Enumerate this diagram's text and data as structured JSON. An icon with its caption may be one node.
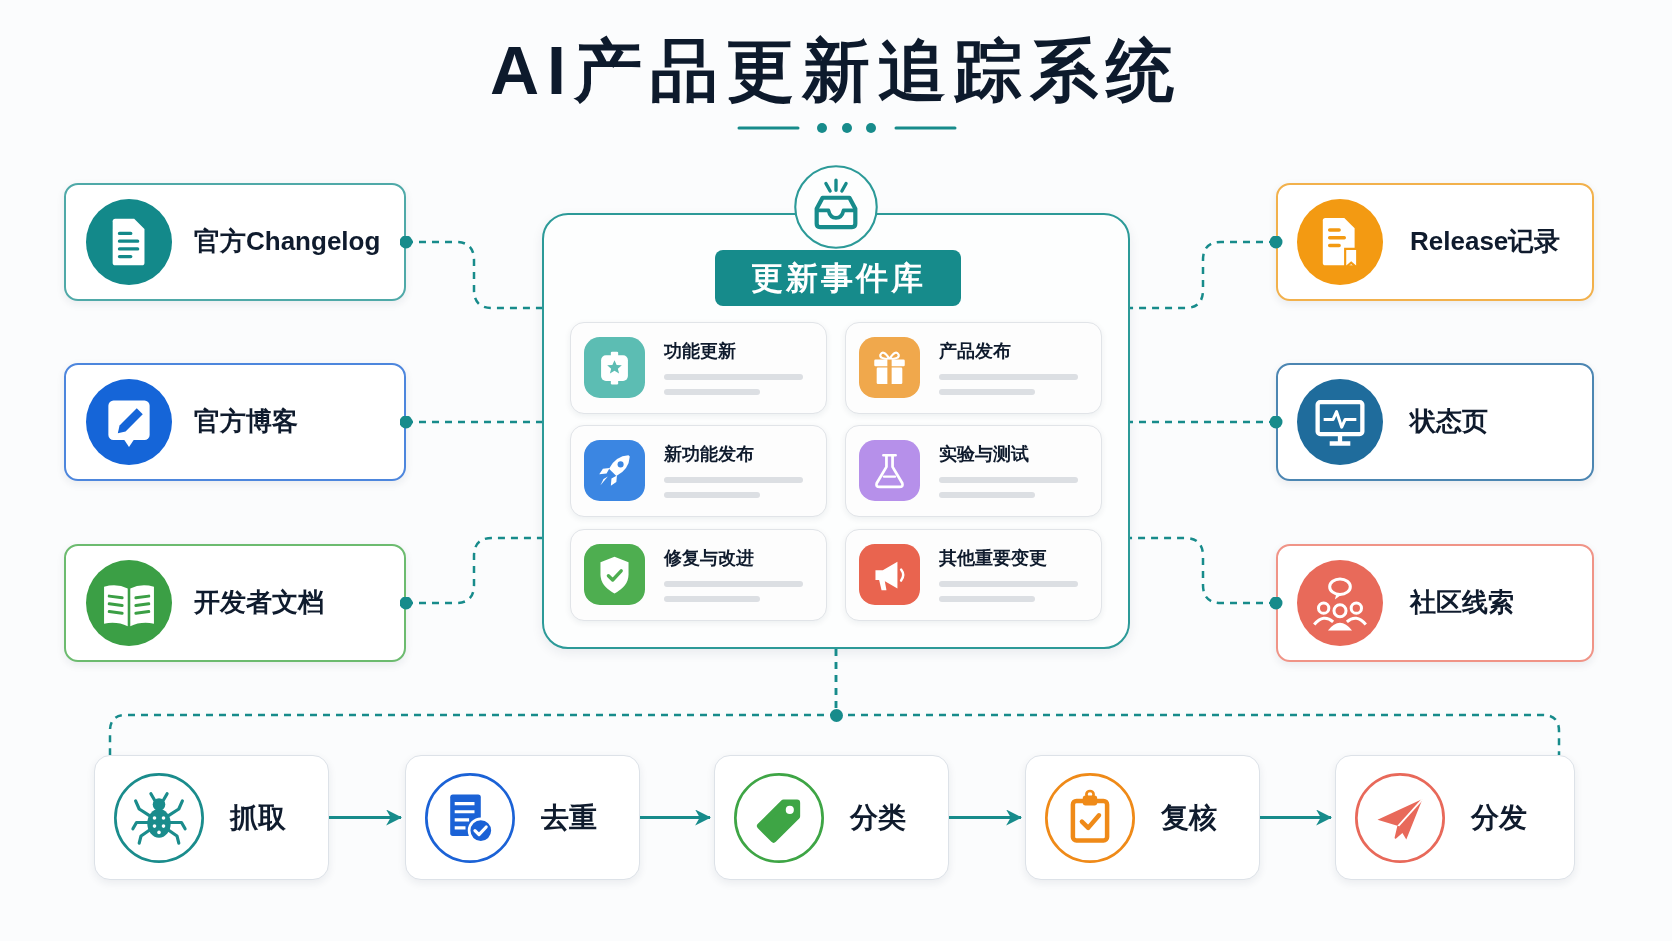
{
  "diagram": {
    "title": "AI产品更新追踪系统",
    "nodes": [
      {
        "text": [
          "官方Changelog"
        ]
      },
      {
        "text": [
          "官方博客"
        ]
      },
      {
        "text": [
          "开发者文档"
        ]
      },
      {
        "text": [
          "更新事件库"
        ]
      },
      {
        "text": [
          "功能更新"
        ],
        "in": 3
      },
      {
        "text": [
          "产品发布"
        ],
        "in": 3
      },
      {
        "text": [
          "新功能发布"
        ],
        "in": 3
      },
      {
        "text": [
          "实验与测试"
        ],
        "in": 3
      },
      {
        "text": [
          "修复与改进"
        ],
        "in": 3
      },
      {
        "text": [
          "其他重要变更"
        ],
        "in": 3
      },
      {
        "text": [
          "Release记录"
        ]
      },
      {
        "text": [
          "状态页"
        ]
      },
      {
        "text": [
          "社区线索"
        ]
      },
      {
        "text": [
          "抓取"
        ]
      },
      {
        "text": [
          "去重"
        ]
      },
      {
        "text": [
          "分类"
        ]
      },
      {
        "text": [
          "复核"
        ]
      },
      {
        "text": [
          "分发"
        ]
      }
    ],
    "edges": [
      {
        "from": 0,
        "to": 3,
        "arrow": "other",
        "style": "dashed"
      },
      {
        "from": 1,
        "to": 3,
        "arrow": "other",
        "style": "dashed"
      },
      {
        "from": 2,
        "to": 3,
        "arrow": "other",
        "style": "dashed"
      },
      {
        "from": 10,
        "to": 3,
        "arrow": "other",
        "style": "dashed"
      },
      {
        "from": 11,
        "to": 3,
        "arrow": "other",
        "style": "dashed"
      },
      {
        "from": 12,
        "to": 3,
        "arrow": "other",
        "style": "dashed"
      },
      {
        "from": 3,
        "to": 13,
        "arrow": "none",
        "style": "dashed"
      },
      {
        "from": 3,
        "to": 17,
        "arrow": "none",
        "style": "dashed"
      },
      {
        "from": 13,
        "to": 14,
        "arrow": "to"
      },
      {
        "from": 14,
        "to": 15,
        "arrow": "to"
      },
      {
        "from": 15,
        "to": 16,
        "arrow": "to"
      },
      {
        "from": 16,
        "to": 17,
        "arrow": "to"
      }
    ]
  }
}
